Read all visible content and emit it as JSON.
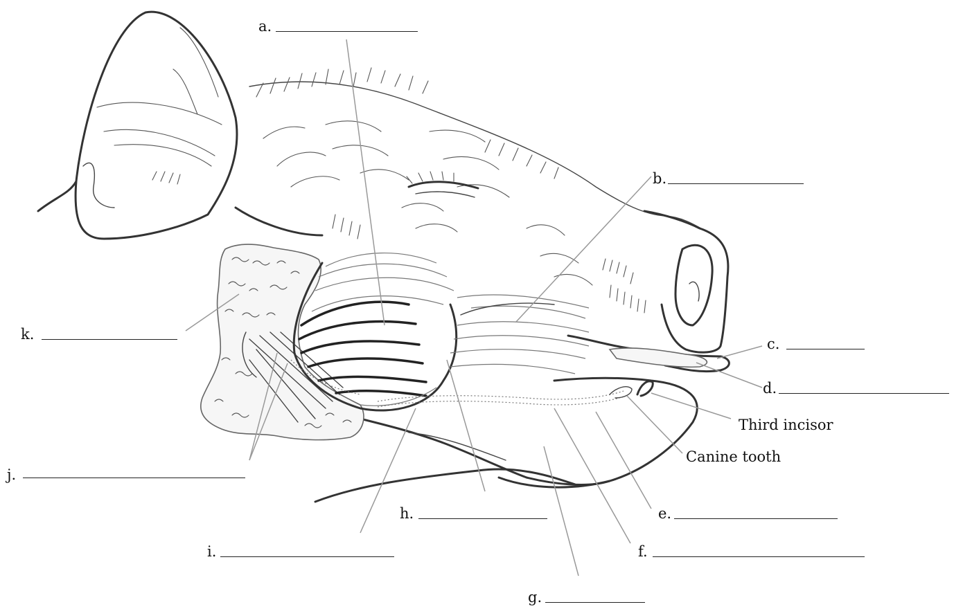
{
  "labels": {
    "a": "a.",
    "b": "b.",
    "c": "c.",
    "d": "d.",
    "e": "e.",
    "f": "f.",
    "g": "g.",
    "h": "h.",
    "i": "i.",
    "j": "j.",
    "k": "k."
  },
  "named_structures": {
    "third_incisor": "Third incisor",
    "canine_tooth": "Canine tooth"
  },
  "colors": {
    "ink": "#222222",
    "leader": "#999999",
    "background": "#ffffff"
  }
}
